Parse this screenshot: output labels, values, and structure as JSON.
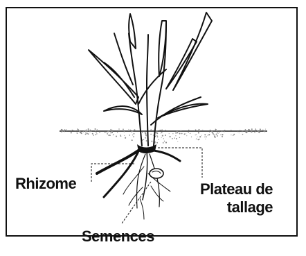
{
  "diagram": {
    "labels": {
      "rhizome": "Rhizome",
      "plateau_line1": "Plateau de",
      "plateau_line2": "tallage",
      "semences": "Semences"
    },
    "colors": {
      "ink": "#111111",
      "soil_dots": "#8a8a8a",
      "background": "#ffffff"
    }
  }
}
